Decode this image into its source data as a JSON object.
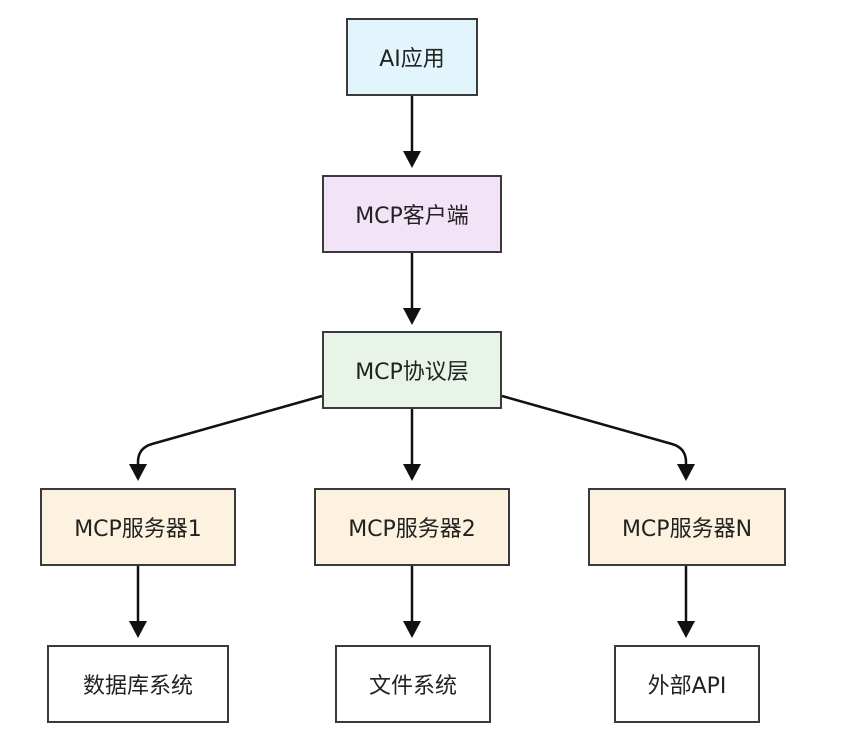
{
  "diagram": {
    "colors": {
      "ai_app": "#e2f5fc",
      "client": "#f3e3f6",
      "protocol": "#e8f4e7",
      "server": "#fdf2e0",
      "backend": "#ffffff",
      "border": "#3a3a3a",
      "edge": "#111111"
    },
    "nodes": {
      "ai_app": "AI应用",
      "client": "MCP客户端",
      "protocol": "MCP协议层",
      "server_1": "MCP服务器1",
      "server_2": "MCP服务器2",
      "server_n": "MCP服务器N",
      "database": "数据库系统",
      "file_system": "文件系统",
      "external_api": "外部API"
    },
    "edges": [
      {
        "from": "ai_app",
        "to": "client"
      },
      {
        "from": "client",
        "to": "protocol"
      },
      {
        "from": "protocol",
        "to": "server_1"
      },
      {
        "from": "protocol",
        "to": "server_2"
      },
      {
        "from": "protocol",
        "to": "server_n"
      },
      {
        "from": "server_1",
        "to": "database"
      },
      {
        "from": "server_2",
        "to": "file_system"
      },
      {
        "from": "server_n",
        "to": "external_api"
      }
    ]
  }
}
